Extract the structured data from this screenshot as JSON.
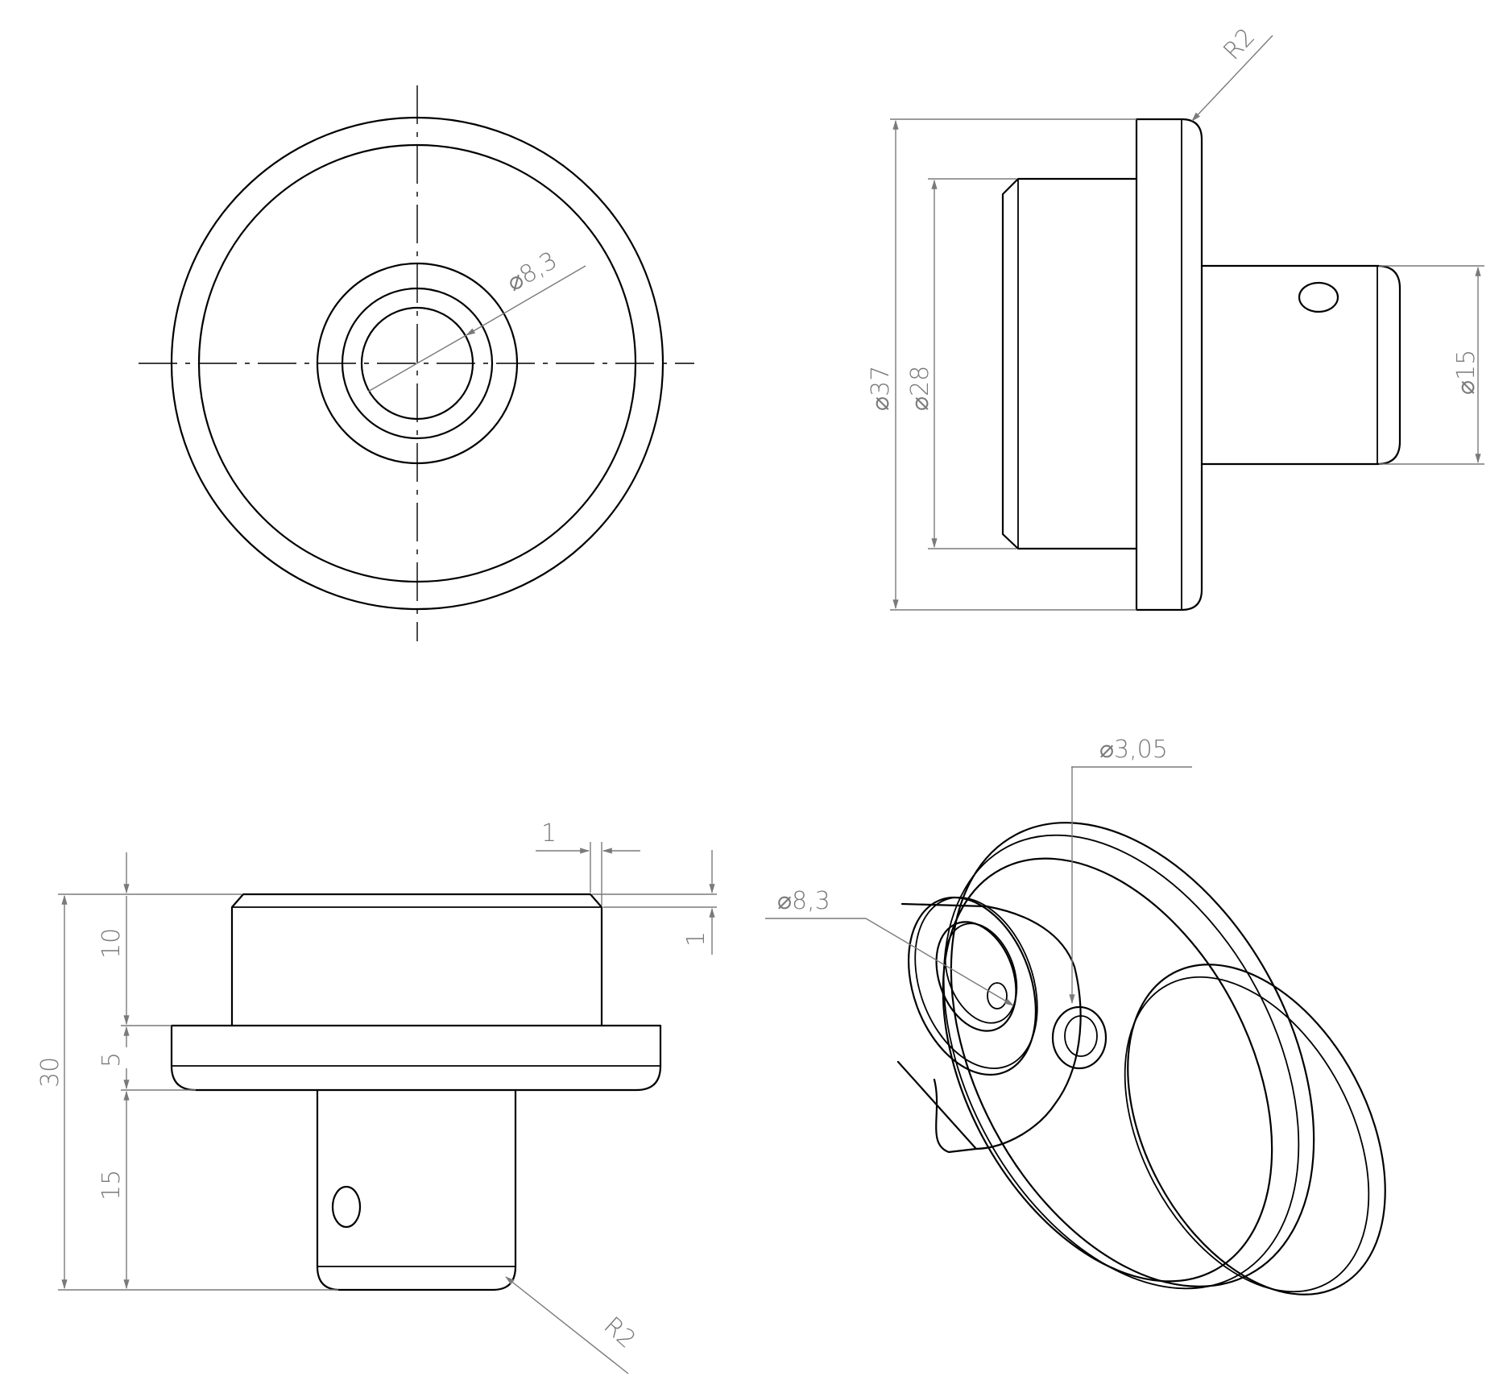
{
  "dimensions": {
    "front_view_bore": "⌀8,3",
    "side_view_flange_radius": "R2",
    "side_view_flange_dia": "⌀37",
    "side_view_body_dia": "⌀28",
    "side_view_shaft_dia": "⌀15",
    "bottom_view_chamfer_width": "1",
    "bottom_view_chamfer_height": "1",
    "bottom_view_overall_length": "30",
    "bottom_view_body_length": "10",
    "bottom_view_flange_length": "5",
    "bottom_view_shaft_length": "15",
    "bottom_view_shaft_radius": "R2",
    "iso_view_bore": "⌀8,3",
    "iso_view_cross_hole": "⌀3,05"
  }
}
